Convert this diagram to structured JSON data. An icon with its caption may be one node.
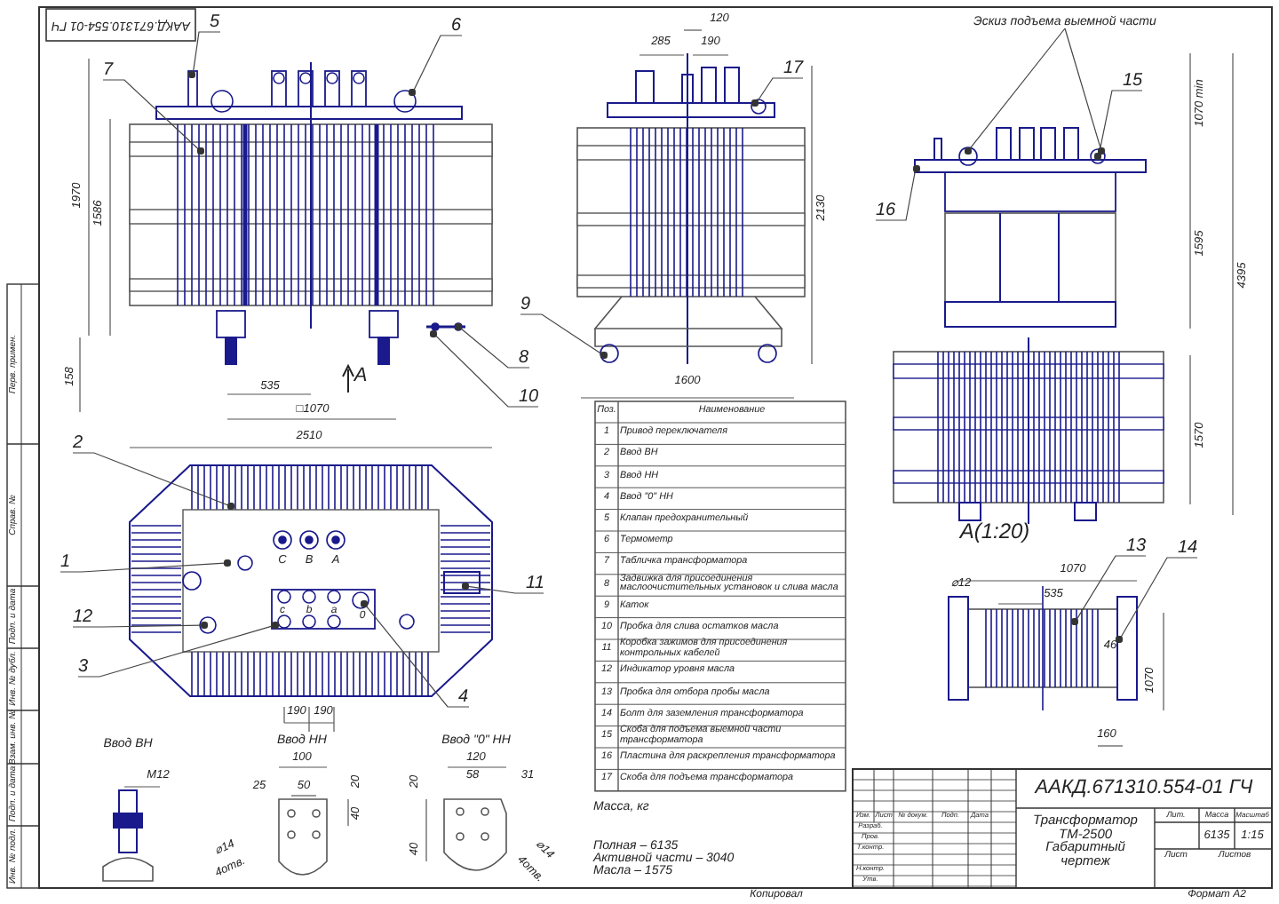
{
  "diagram": {
    "title": "Трансформатор ТМ-2500 Габаритный чертеж",
    "nodes": [
      {
        "text": [
          "1"
        ]
      },
      {
        "text": [
          "2"
        ]
      },
      {
        "text": [
          "3"
        ]
      },
      {
        "text": [
          "4"
        ]
      },
      {
        "text": [
          "5"
        ]
      },
      {
        "text": [
          "6"
        ]
      },
      {
        "text": [
          "7"
        ]
      },
      {
        "text": [
          "8"
        ]
      },
      {
        "text": [
          "9"
        ]
      },
      {
        "text": [
          "10"
        ]
      },
      {
        "text": [
          "11"
        ]
      },
      {
        "text": [
          "12"
        ]
      },
      {
        "text": [
          "13"
        ]
      },
      {
        "text": [
          "14"
        ]
      },
      {
        "text": [
          "15"
        ]
      },
      {
        "text": [
          "16"
        ]
      },
      {
        "text": [
          "17"
        ]
      },
      {
        "text": [
          "Эскиз подъема выемной части"
        ]
      },
      {
        "text": [],
        "shape": "dot"
      },
      {
        "text": [],
        "shape": "dot"
      },
      {
        "text": [],
        "shape": "dot"
      },
      {
        "text": [],
        "shape": "dot"
      },
      {
        "text": [],
        "shape": "dot"
      },
      {
        "text": [],
        "shape": "dot"
      },
      {
        "text": [],
        "shape": "dot"
      },
      {
        "text": [],
        "shape": "dot"
      },
      {
        "text": [],
        "shape": "dot"
      },
      {
        "text": [],
        "shape": "dot"
      },
      {
        "text": [],
        "shape": "dot"
      },
      {
        "text": [],
        "shape": "dot"
      },
      {
        "text": [],
        "shape": "dot"
      },
      {
        "text": [],
        "shape": "dot"
      },
      {
        "text": [],
        "shape": "dot"
      },
      {
        "text": [],
        "shape": "dot"
      },
      {
        "text": [],
        "shape": "dot"
      },
      {
        "text": [],
        "shape": "dot"
      },
      {
        "text": [],
        "shape": "dot"
      }
    ],
    "edges": [
      {
        "from": 0,
        "to": 18,
        "arrow": "none"
      },
      {
        "from": 1,
        "to": 19,
        "arrow": "none"
      },
      {
        "from": 2,
        "to": 20,
        "arrow": "none"
      },
      {
        "from": 3,
        "to": 21,
        "arrow": "none"
      },
      {
        "from": 4,
        "to": 22,
        "arrow": "none"
      },
      {
        "from": 5,
        "to": 23,
        "arrow": "none"
      },
      {
        "from": 6,
        "to": 24,
        "arrow": "none"
      },
      {
        "from": 7,
        "to": 25,
        "arrow": "none"
      },
      {
        "from": 8,
        "to": 26,
        "arrow": "none"
      },
      {
        "from": 9,
        "to": 27,
        "arrow": "none"
      },
      {
        "from": 10,
        "to": 28,
        "arrow": "none"
      },
      {
        "from": 11,
        "to": 29,
        "arrow": "none"
      },
      {
        "from": 12,
        "to": 30,
        "arrow": "none"
      },
      {
        "from": 13,
        "to": 31,
        "arrow": "none"
      },
      {
        "from": 14,
        "to": 32,
        "arrow": "none"
      },
      {
        "from": 15,
        "to": 33,
        "arrow": "none"
      },
      {
        "from": 16,
        "to": 34,
        "arrow": "none"
      },
      {
        "from": 17,
        "to": 35,
        "arrow": "none"
      },
      {
        "from": 17,
        "to": 36,
        "arrow": "none"
      }
    ],
    "labels": [
      "ААКД.671310.554-01 ГЧ",
      "1970",
      "1586",
      "158",
      "535",
      "А",
      "□1070",
      "120",
      "285",
      "190",
      "2130",
      "1600",
      "1070 min",
      "1595",
      "4395",
      "1570",
      "А(1:20)",
      "1070",
      "535",
      "⌀12",
      "46",
      "1070",
      "160",
      "2510",
      "С",
      "В",
      "А",
      "с",
      "b",
      "a",
      "0",
      "190",
      "190",
      "Ввод ВН",
      "М12",
      "Ввод НН",
      "100",
      "25",
      "50",
      "20",
      "40",
      "⌀14",
      "4отв.",
      "Ввод \"0\" НН",
      "120",
      "58",
      "31",
      "20",
      "40",
      "⌀14",
      "4отв.",
      "Поз.",
      "Наименование",
      "1",
      "Привод переключателя",
      "2",
      "Ввод ВН",
      "3",
      "Ввод НН",
      "4",
      "Ввод \"0\" НН",
      "5",
      "Клапан предохранительный",
      "6",
      "Термометр",
      "7",
      "Табличка трансформатора",
      "8",
      "Задвижка для присоединения маслоочистительных установок и слива масла",
      "9",
      "Каток",
      "10",
      "Пробка для слива остатков масла",
      "11",
      "Коробка зажимов для присоединения контрольных кабелей",
      "12",
      "Индикатор уровня масла",
      "13",
      "Пробка для отбора пробы масла",
      "14",
      "Болт для заземления трансформатора",
      "15",
      "Скоба для подъема выемной части трансформатора",
      "16",
      "Пластина для раскрепления трансформатора",
      "17",
      "Скоба для подъема трансформатора",
      "Масса, кг",
      "Полная – 6135",
      "Активной части – 3040",
      "Масла – 1575",
      "ААКД.671310.554-01 ГЧ",
      "Лит.",
      "Масса",
      "Масштаб",
      "6135",
      "1:15",
      "Лист",
      "Листов",
      "Изм.",
      "Лист",
      "№ докум.",
      "Подп.",
      "Дата",
      "Разраб.",
      "Пров.",
      "Т.контр.",
      "Н.контр.",
      "Утв.",
      "Копировал",
      "Формат A2",
      "Перв. примен.",
      "Справ. №",
      "Подп. и дата",
      "Инв. № дубл.",
      "Взам. инв. №",
      "Подп. и дата",
      "Инв. № подл."
    ]
  }
}
